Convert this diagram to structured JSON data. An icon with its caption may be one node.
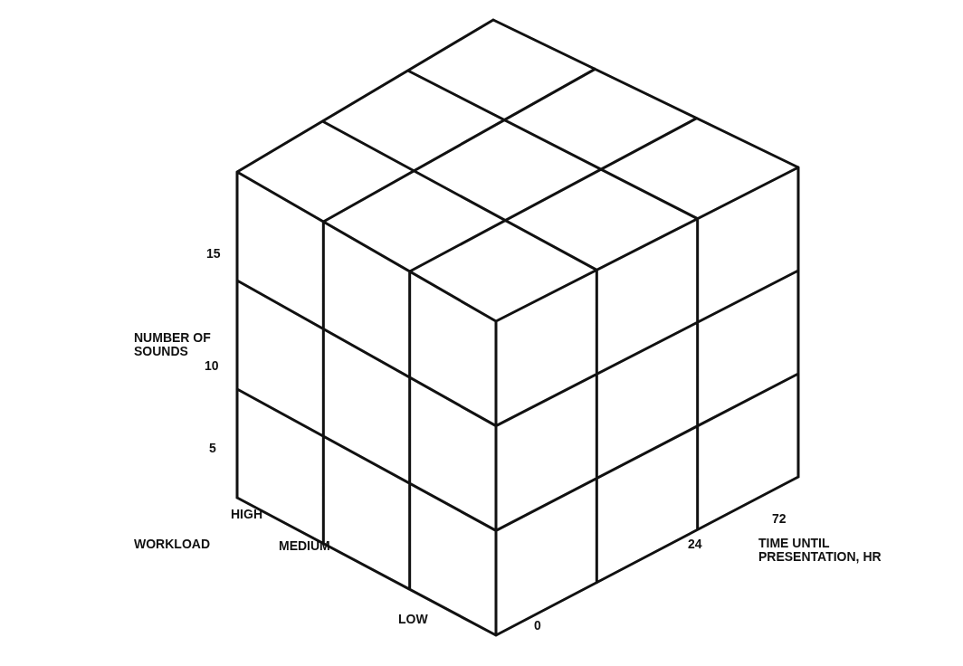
{
  "diagram": {
    "labels": [
      "15",
      "NUMBER OF SOUNDS",
      "10",
      "5",
      "HIGH",
      "72",
      "WORKLOAD",
      "MEDIUM",
      "24",
      "TIME UNTIL PRESENTATION, HR",
      "LOW",
      "0"
    ]
  }
}
